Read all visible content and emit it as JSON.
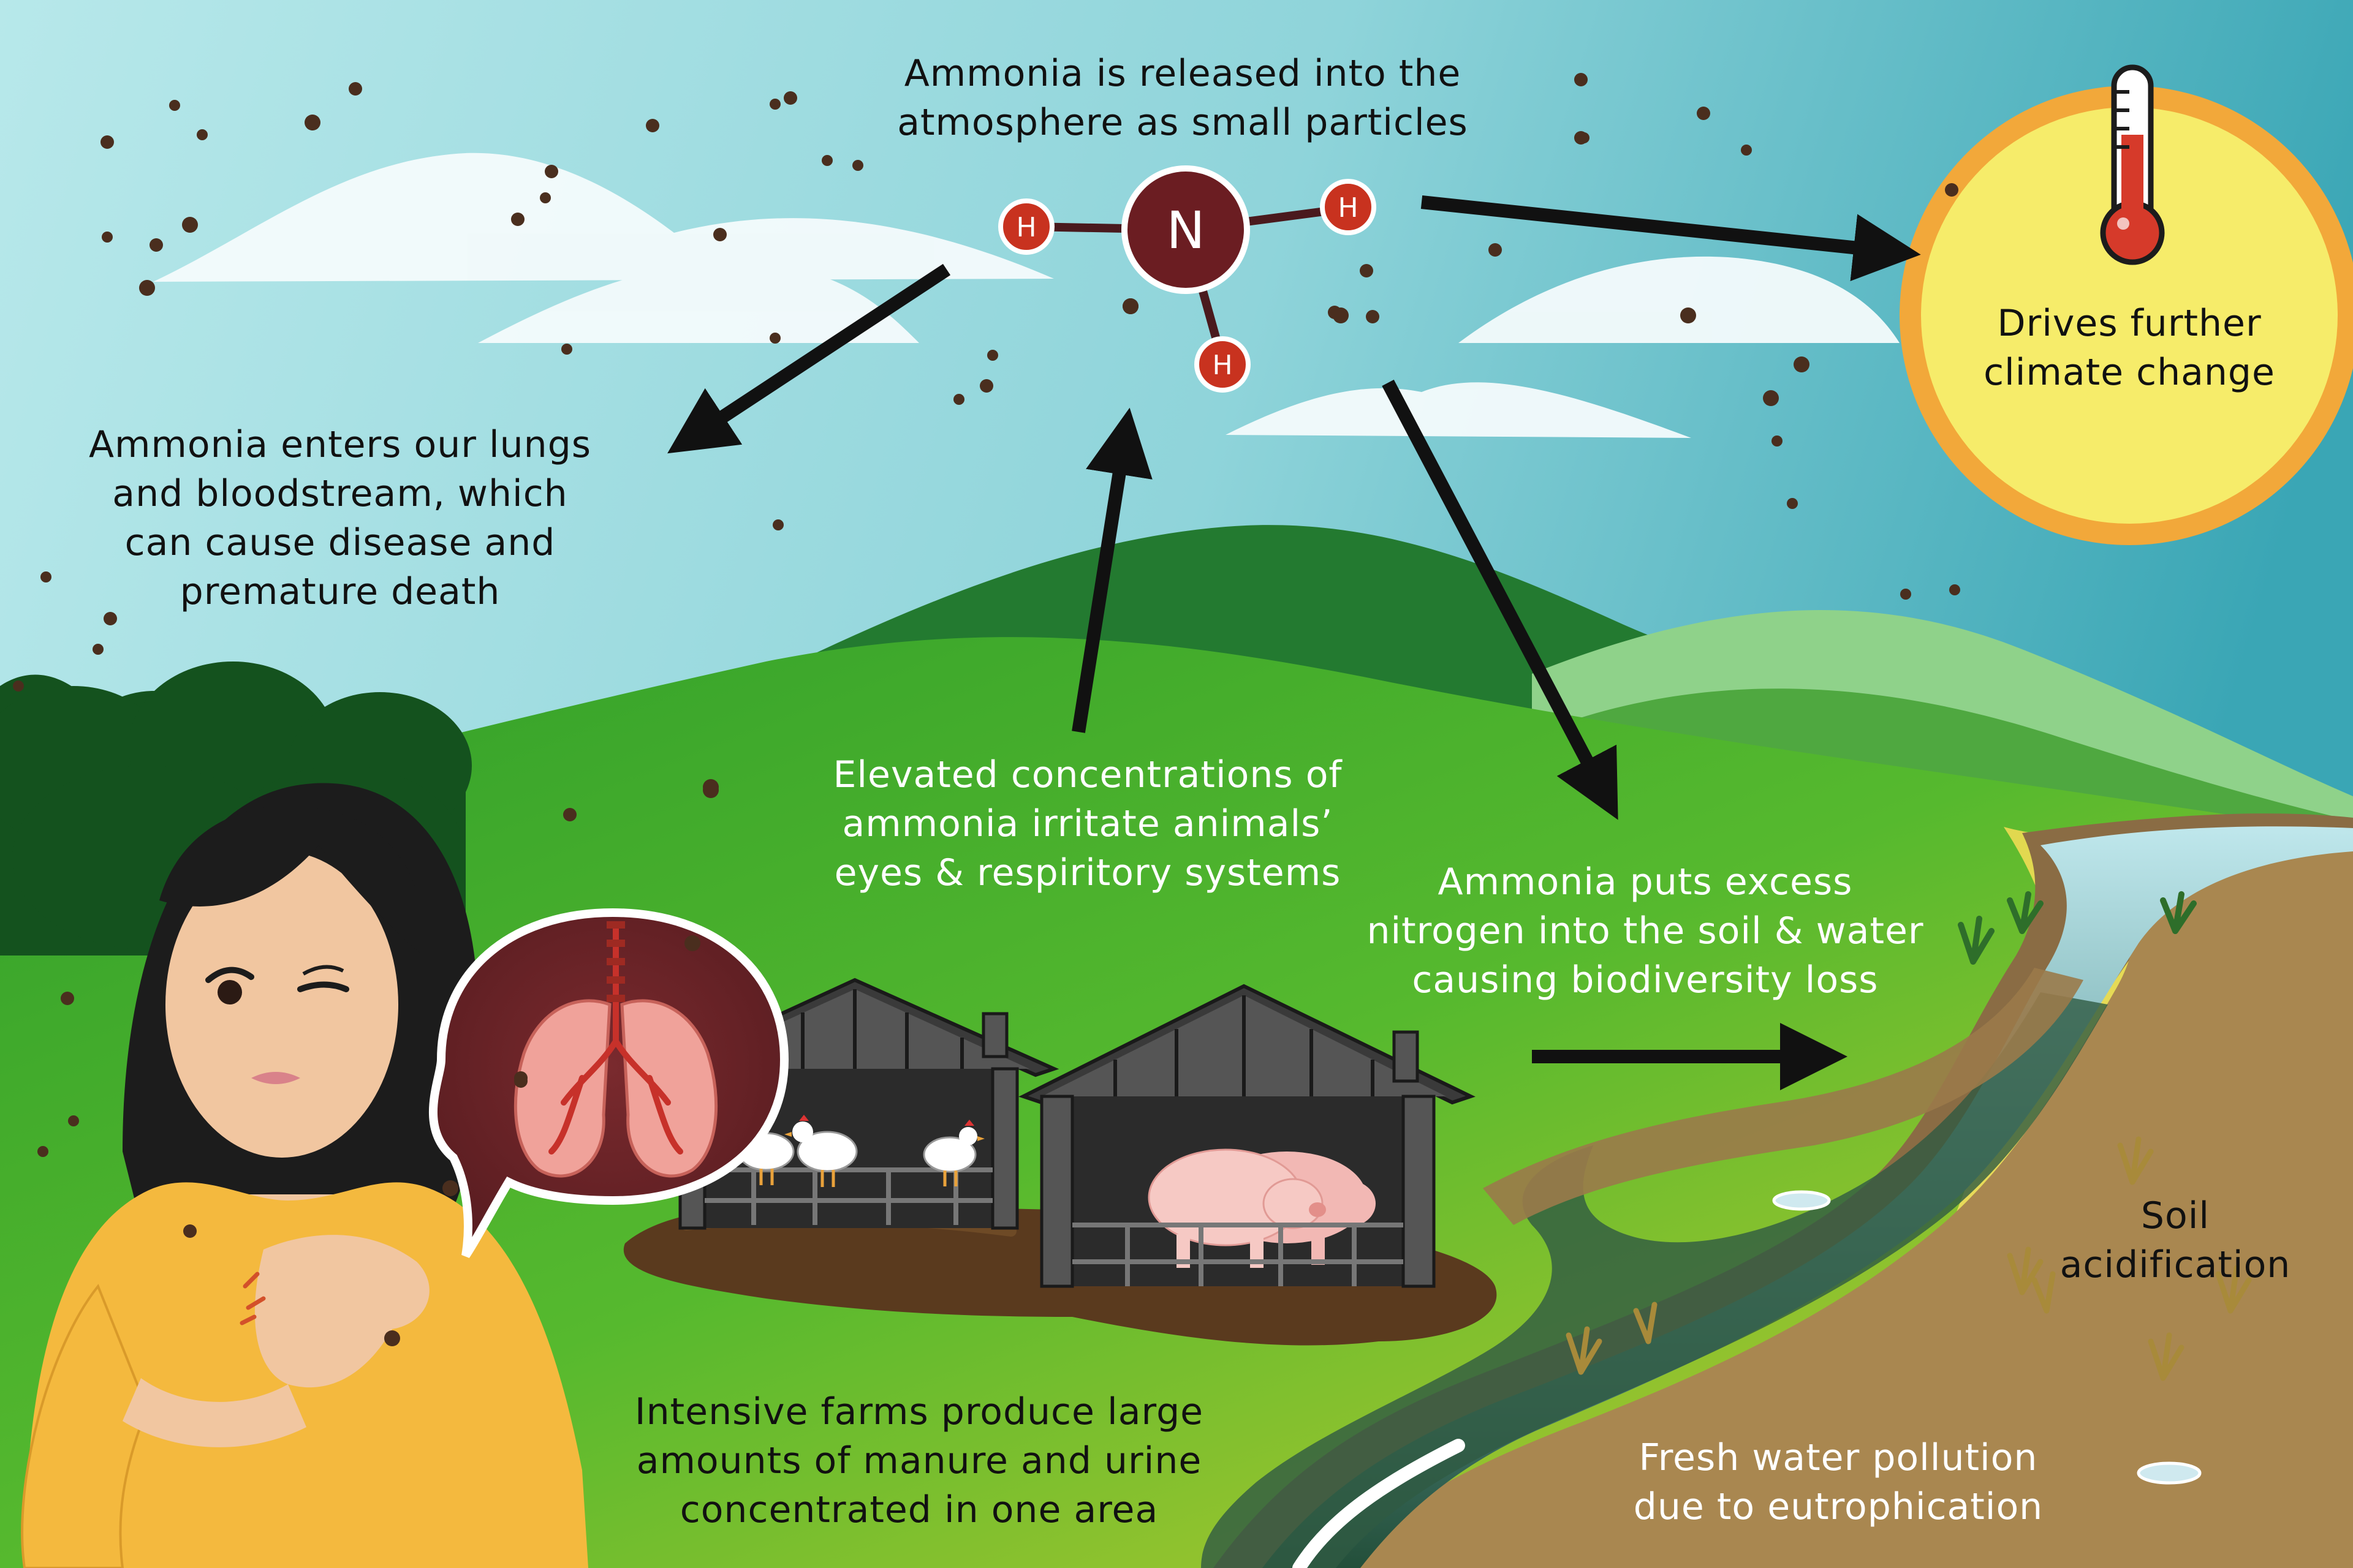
{
  "molecule": {
    "center": "N",
    "hydrogens": [
      "H",
      "H",
      "H"
    ]
  },
  "labels": {
    "released": "Ammonia is released into the\natmosphere as small particles",
    "climate": "Drives further\nclimate change",
    "lungs": "Ammonia enters our lungs\nand bloodstream, which\ncan cause disease and\npremature death",
    "animals": "Elevated concentrations of\nammonia irritate animals’\neyes & respiritory systems",
    "nitrogen": "Ammonia puts excess\nnitrogen into the soil & water\ncausing biodiversity loss",
    "acidification": "Soil\nacidification",
    "farms": "Intensive farms produce large\namounts of manure and urine\nconcentrated in one area",
    "pollution": "Fresh water pollution\ndue to eutrophication"
  },
  "colors": {
    "sky": "#aee3e8",
    "sun": "#f6ec6a",
    "sun_ring": "#f2a83a",
    "molecule_n": "#6b1d22",
    "molecule_h": "#c8321f",
    "grass": "#3fae2a",
    "river": "#4f7f72",
    "riverbank": "#9a7a4a",
    "barn": "#4a4a4a",
    "manure": "#5a3a1e",
    "shirt": "#f4b93e",
    "skin": "#f1c6a0",
    "hair": "#1c1c1c",
    "lung_bubble": "#6b2226",
    "lungs": "#f0a29a"
  },
  "icons": [
    "thermometer-icon",
    "lungs-icon",
    "ammonia-molecule-icon",
    "arrow-icon"
  ]
}
